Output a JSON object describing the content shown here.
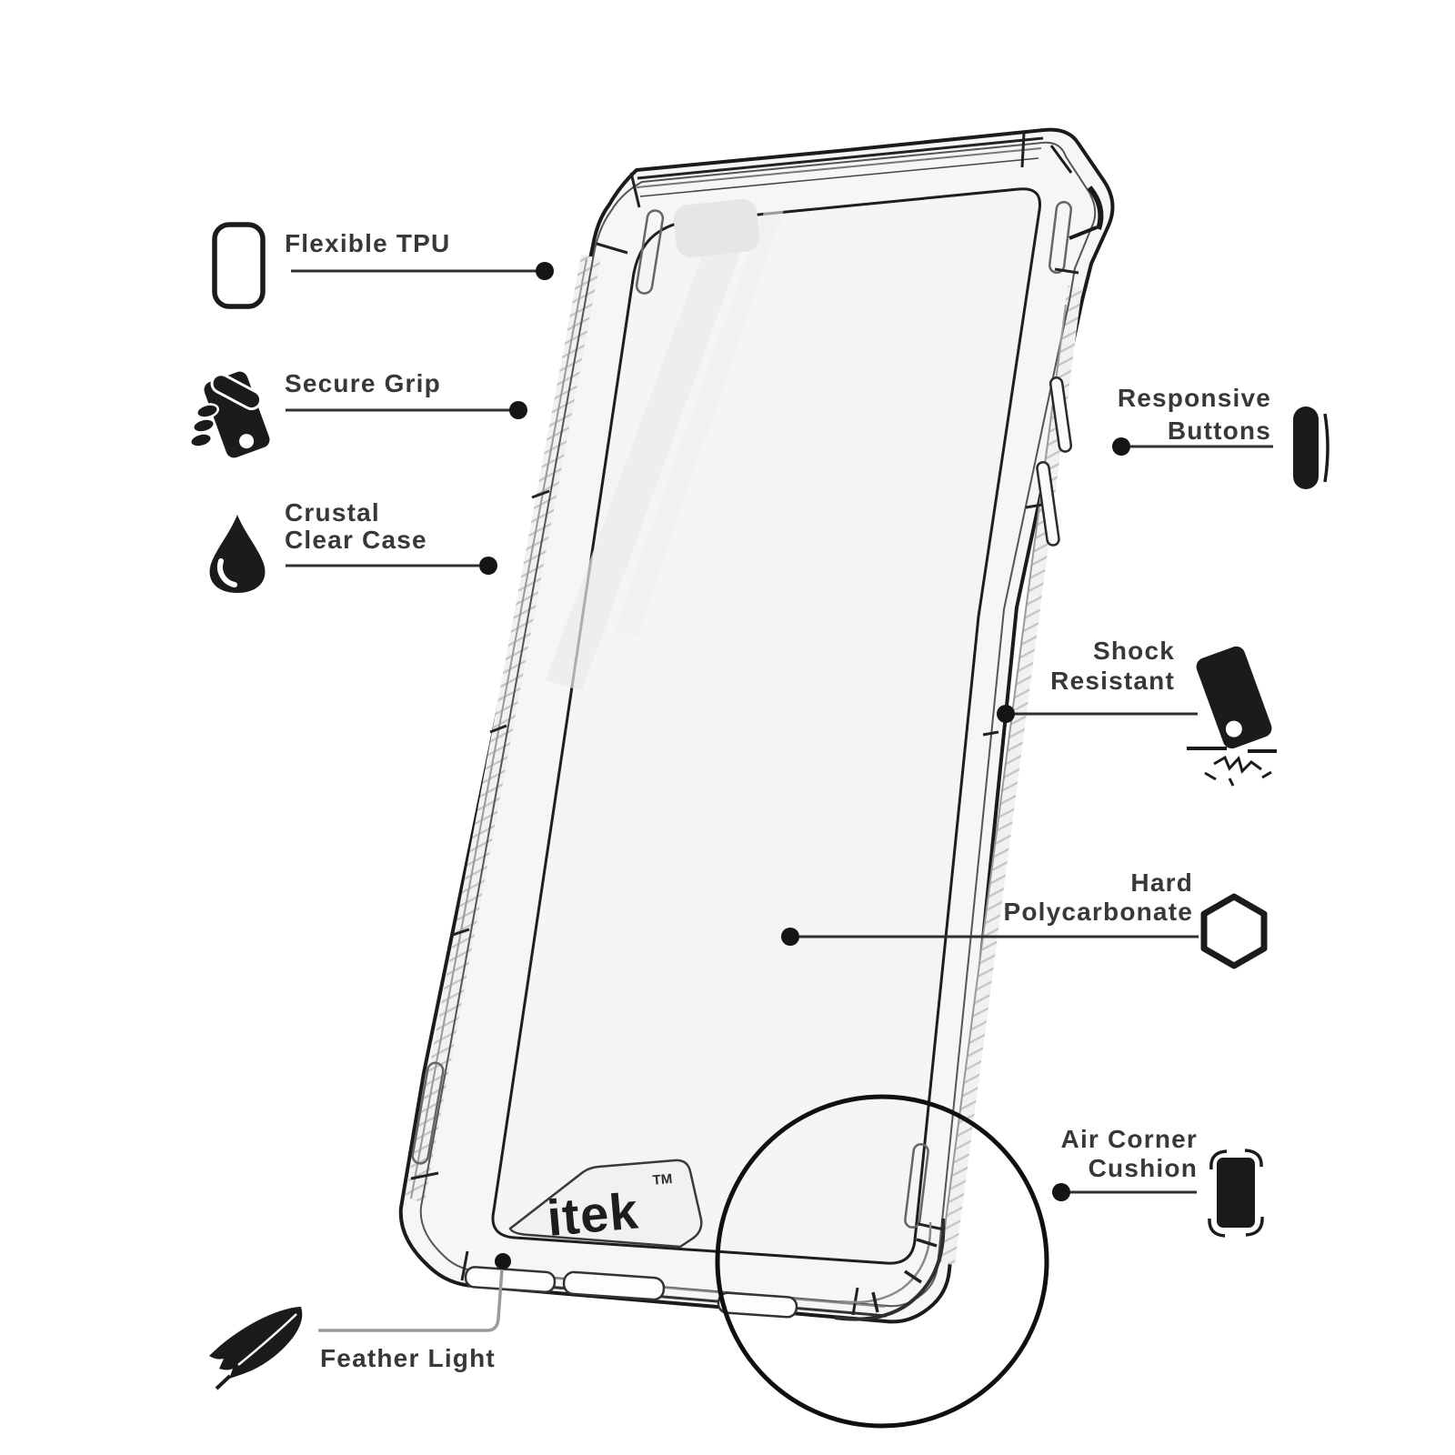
{
  "diagram": {
    "title": "phone case feature diagram",
    "brand": {
      "name": "itek",
      "tm": "TM"
    },
    "colors": {
      "ink": "#1b1b1b",
      "label_text": "#383838",
      "screen_fill": "#f5f5f5",
      "bumper_fill": "#f6f6f6",
      "hatch_gray": "#c4c4c4",
      "feather_line_gray": "#9a9a9a"
    },
    "features": [
      {
        "id": "flexible-tpu",
        "icon": "phone-case-outline-icon",
        "lines": [
          "Flexible TPU"
        ]
      },
      {
        "id": "secure-grip",
        "icon": "hand-grip-phone-icon",
        "lines": [
          "Secure Grip"
        ]
      },
      {
        "id": "crystal-clear-case",
        "icon": "water-drop-icon",
        "lines": [
          "Crustal",
          "Clear Case"
        ]
      },
      {
        "id": "responsive-buttons",
        "icon": "side-button-icon",
        "lines": [
          "Responsive",
          "Buttons"
        ]
      },
      {
        "id": "shock-resistant",
        "icon": "falling-phone-impact-icon",
        "lines": [
          "Shock",
          "Resistant"
        ]
      },
      {
        "id": "hard-polycarbonate",
        "icon": "hexagon-icon",
        "lines": [
          "Hard",
          "Polycarbonate"
        ]
      },
      {
        "id": "air-corner-cushion",
        "icon": "corner-cushion-icon",
        "lines": [
          "Air Corner",
          "Cushion"
        ]
      },
      {
        "id": "feather-light",
        "icon": "feather-icon",
        "lines": [
          "Feather Light"
        ]
      }
    ]
  }
}
